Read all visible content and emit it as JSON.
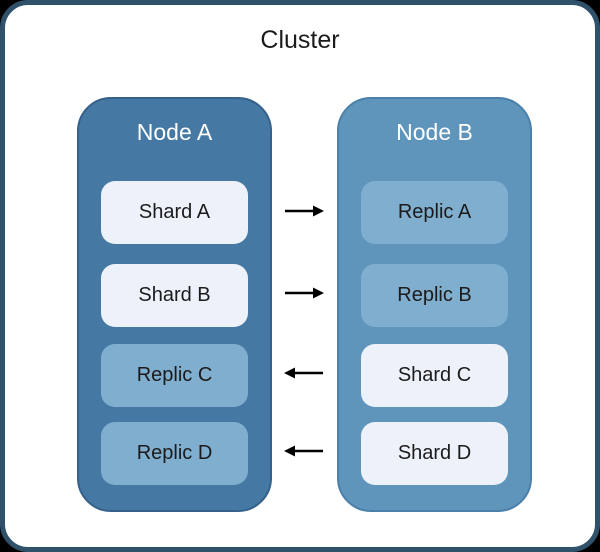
{
  "title": "Cluster",
  "nodes": [
    {
      "name": "Node A",
      "boxes": [
        {
          "label": "Shard A",
          "type": "shard"
        },
        {
          "label": "Shard B",
          "type": "shard"
        },
        {
          "label": "Replic C",
          "type": "replica"
        },
        {
          "label": "Replic D",
          "type": "replica"
        }
      ]
    },
    {
      "name": "Node B",
      "boxes": [
        {
          "label": "Replic A",
          "type": "replica"
        },
        {
          "label": "Replic B",
          "type": "replica"
        },
        {
          "label": "Shard C",
          "type": "shard"
        },
        {
          "label": "Shard D",
          "type": "shard"
        }
      ]
    }
  ],
  "arrows": [
    {
      "direction": "right",
      "from": "Shard A",
      "to": "Replic A"
    },
    {
      "direction": "right",
      "from": "Shard B",
      "to": "Replic B"
    },
    {
      "direction": "left",
      "from": "Shard C",
      "to": "Replic C"
    },
    {
      "direction": "left",
      "from": "Shard D",
      "to": "Replic D"
    }
  ],
  "colors": {
    "background": "#000000",
    "cluster_fill": "#ffffff",
    "cluster_border": "#2f5169",
    "node_a_fill": "#4579a3",
    "node_a_border": "#35618a",
    "node_b_fill": "#5f95bb",
    "node_b_border": "#4a80aa",
    "shard_box_fill": "#edf2fa",
    "replica_box_fill": "#80aecf",
    "text_dark": "#1b1b1b",
    "text_light": "#ffffff",
    "arrow": "#000000"
  }
}
